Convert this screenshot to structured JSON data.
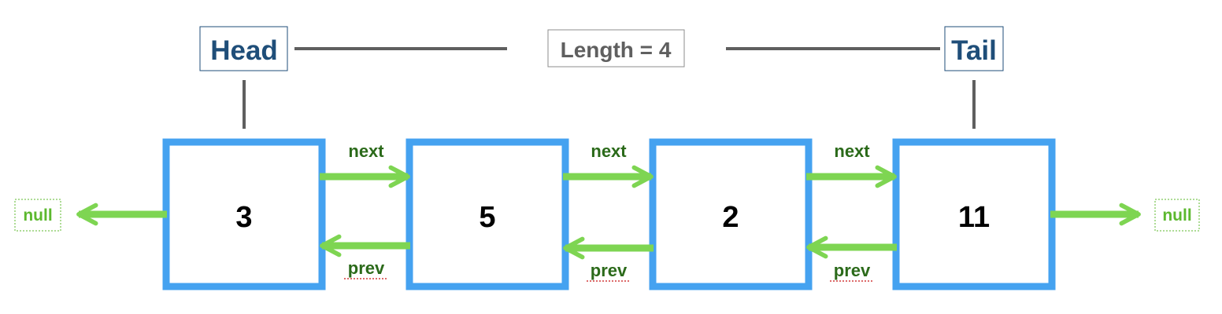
{
  "pointers": {
    "head": "Head",
    "tail": "Tail",
    "length": "Length = 4"
  },
  "nodes": [
    {
      "value": "3"
    },
    {
      "value": "5"
    },
    {
      "value": "2"
    },
    {
      "value": "11"
    }
  ],
  "links": {
    "next": "next",
    "prev": "prev"
  },
  "ends": {
    "left": "null",
    "right": "null"
  },
  "colors": {
    "node_border": "#45a2f0",
    "arrow": "#7ed552",
    "edge_label": "#2b6a1a",
    "null_text": "#5cb82e",
    "pointer_text": "#1f4e79",
    "pointer_border": "#1f4e79",
    "connector": "#5f5f5f",
    "length_text": "#5f5f5f"
  }
}
